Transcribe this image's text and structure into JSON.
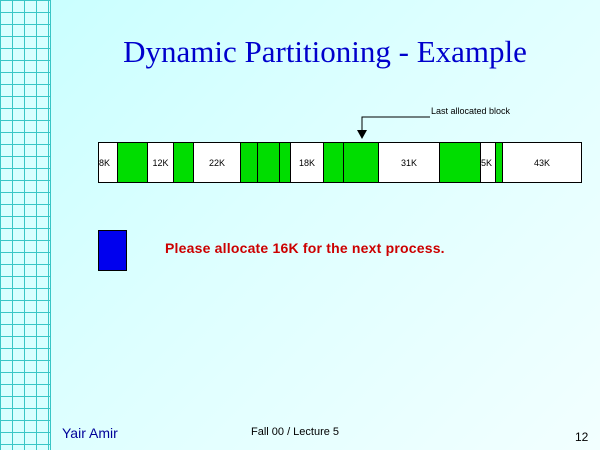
{
  "slide": {
    "title": "Dynamic Partitioning - Example",
    "last_allocated_label": "Last allocated block",
    "message": "Please allocate 16K for the next process.",
    "footer_author": "Yair Amir",
    "footer_center": "Fall 00 / Lecture 5",
    "page_number": "12"
  },
  "memory": {
    "blocks": [
      {
        "label": "8K",
        "state": "free"
      },
      {
        "label": "",
        "state": "used"
      },
      {
        "label": "12K",
        "state": "free"
      },
      {
        "label": "",
        "state": "used"
      },
      {
        "label": "22K",
        "state": "free"
      },
      {
        "label": "",
        "state": "used"
      },
      {
        "label": "",
        "state": "used"
      },
      {
        "label": "",
        "state": "used"
      },
      {
        "label": "18K",
        "state": "free"
      },
      {
        "label": "",
        "state": "used"
      },
      {
        "label": "",
        "state": "used"
      },
      {
        "label": "31K",
        "state": "free"
      },
      {
        "label": "",
        "state": "used"
      },
      {
        "label": "5K",
        "state": "free"
      },
      {
        "label": "",
        "state": "used"
      },
      {
        "label": "43K",
        "state": "free"
      }
    ],
    "last_allocated_index": 10
  },
  "colors": {
    "title": "#0000cc",
    "used_block": "#00dd00",
    "free_block": "#ffffff",
    "process_block": "#0000ee",
    "message": "#cc0000"
  }
}
